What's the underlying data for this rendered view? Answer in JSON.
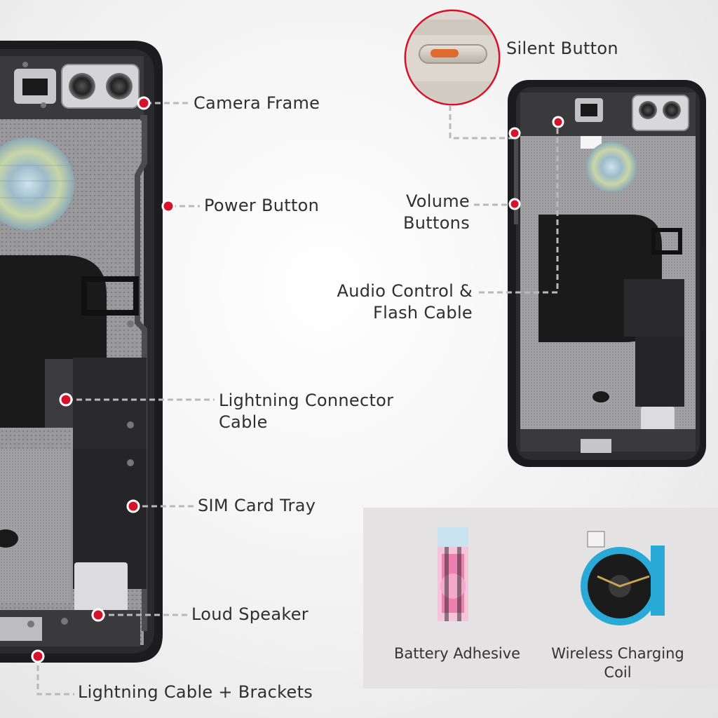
{
  "callouts": {
    "camera_frame": "Camera Frame",
    "power_button": "Power Button",
    "lightning_connector_cable": [
      "Lightning Connector",
      "Cable"
    ],
    "sim_card_tray": "SIM Card Tray",
    "loud_speaker": "Loud Speaker",
    "lightning_cable_brackets": "Lightning Cable + Brackets",
    "silent_button": "Silent Button",
    "volume_buttons": [
      "Volume",
      "Buttons"
    ],
    "audio_control_flash_cable": [
      "Audio Control &",
      "Flash Cable"
    ]
  },
  "accessories": {
    "battery_adhesive": "Battery Adhesive",
    "wireless_charging_coil": [
      "Wireless Charging",
      "Coil"
    ]
  },
  "colors": {
    "dot": "#d8112b",
    "leader": "#b9b9b9",
    "frame": "#1c1c1e",
    "panel": "#e4e2e3"
  }
}
